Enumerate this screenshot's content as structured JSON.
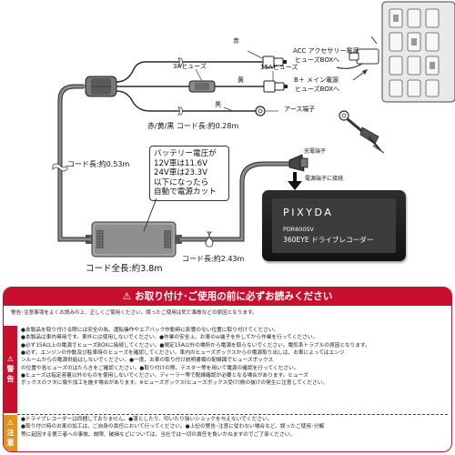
{
  "diagram": {
    "label_red": "赤",
    "label_acc": "ACC アクセサリー電源",
    "label_acc_sub": "ヒューズBOXへ",
    "fuse_3a": "3Aヒューズ",
    "fuse_15a": "15Aヒューズ",
    "label_yellow": "黄",
    "label_bplus": "B＋ メイン電源",
    "label_bplus_sub": "ヒューズBOXへ",
    "label_black": "黒",
    "label_earth": "アース端子",
    "wire_colors": "赤/黄/黒 コード長:約0.28m",
    "cord_053": "コード長:約0.53m",
    "battery_note": [
      "バッテリー電圧が",
      "12V車は11.6V",
      "24V車は23.3V",
      "以下になったら",
      "自動で電源カット"
    ],
    "charge_terminal": "充電端子",
    "connect_terminal": "電源端子に接続",
    "cord_243": "コード長:約2.43m",
    "cord_total": "コード全長:約3.8m",
    "brand": "PIXYDA",
    "model": "PDR600SV",
    "model_sub": "360EYE ドライブレコーダー"
  },
  "notice": {
    "title": "お取り付け･ご使用の前に必ずお読みください",
    "intro": "警告･注意事項をよくお読みの上、正しくご使用ください。誤ったご使用は死亡事故などの原因となります。",
    "warning_label": [
      "警",
      "告"
    ],
    "caution_label": [
      "注",
      "意"
    ],
    "warning_items": [
      "●本製品を取り付ける際には安全の為、運転操作やエアバック作動時に影響のない位置に取り付けてください。",
      "●本製品は車内専用です。車外には使用しないでください。●作業の安全上、お車の⊖端子を外してから作業を行ってください。",
      "●必ず15A以上の電源でヒューズBOXに接続してください。●規定15A以外の場所から電源を取らないでください。電気系トラブルの原因となります。",
      "●必ず、エンジンの作動及び駐車時のヒューズを確認してください。車内のヒューズボックスからの電源取り出しは、お車によってはエンジ",
      "ンルームからの電源供給はしないでください。●一度、お車の取り付け説明書類の配線図でヒューズボックス",
      "の位置や各ヒューズのはたらきをご確認ください。●取り付けの際、テスター等を用いて電源の確認を行ってください。",
      "●ヒューズは指定容量以外のものを使用しないでください。ディーラー等で配線確認が必要となる場合があります。ヒューズ",
      "ボックスのフタに傷や加工を施す場合があります。※ヒューズボックス(ヒューズボックス受け)側の抜けの発生に注意してください。"
    ],
    "caution_items": [
      "●ドライブレコーダーは同梱しておりません。●落としたり、叩いたり強いショックを与えないでください。",
      "●取り付け時のお車の加工は、ご自身の責任において行ってください。●上記の警告･注意に従わない場合など、誤ったご使用･分解",
      "等に起因する第三者への事故、故障、破損などについては、当社では一切の責任を負いかねますのでご了承ください。"
    ]
  }
}
